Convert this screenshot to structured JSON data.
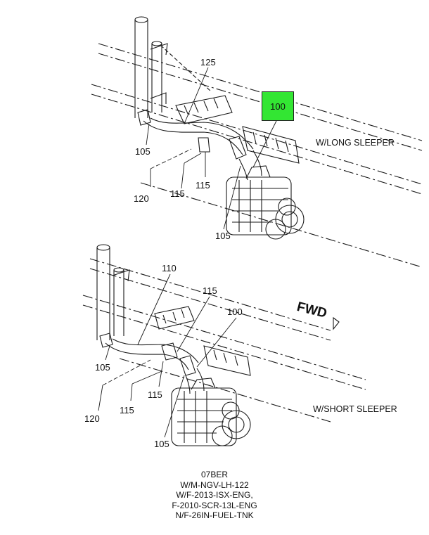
{
  "callouts_top": {
    "c125": "125",
    "c100_highlight": "100",
    "c105_left": "105",
    "c120": "120",
    "c115_a": "115",
    "c115_b": "115",
    "c105_bottom": "105"
  },
  "callouts_bottom": {
    "c110": "110",
    "c115_top": "115",
    "c100": "100",
    "c105_left": "105",
    "c115_mid": "115",
    "c115_low": "115",
    "c120": "120",
    "c105_bottom": "105"
  },
  "captions": {
    "long_sleeper": "W/LONG SLEEPER",
    "short_sleeper": "W/SHORT SLEEPER",
    "fwd": "FWD"
  },
  "footer": [
    "07BER",
    "W/M-NGV-LH-122",
    "W/F-2013-ISX-ENG,",
    "F-2010-SCR-13L-ENG",
    "N/F-26IN-FUEL-TNK"
  ],
  "colors": {
    "highlight": "#33e633",
    "line": "#1a1a1a"
  }
}
